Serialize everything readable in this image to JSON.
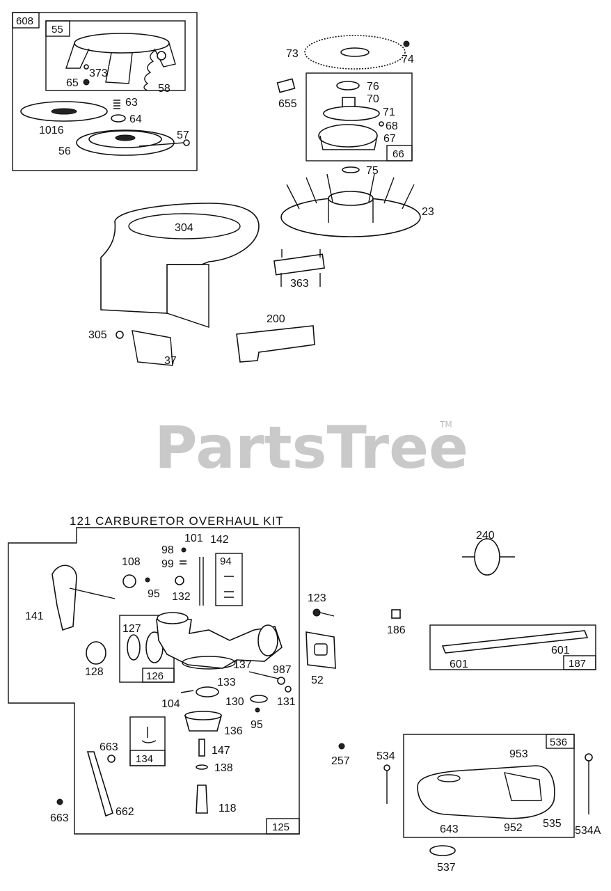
{
  "watermark": {
    "text": "PartsTree",
    "trademark": "TM"
  },
  "carb_kit_title": "121 CARBURETOR OVERHAUL KIT",
  "group_boxes": {
    "b608": "608",
    "b55": "55",
    "b66": "66",
    "b94": "94",
    "b126": "126",
    "b134": "134",
    "b125": "125",
    "b187": "187",
    "b536": "536"
  },
  "part_labels": {
    "p373": "373",
    "p65": "65",
    "p58": "58",
    "p63": "63",
    "p64": "64",
    "p1016": "1016",
    "p57": "57",
    "p56": "56",
    "p73": "73",
    "p74": "74",
    "p655": "655",
    "p76": "76",
    "p70": "70",
    "p71": "71",
    "p68": "68",
    "p67": "67",
    "p75": "75",
    "p23": "23",
    "p304": "304",
    "p363": "363",
    "p305": "305",
    "p37": "37",
    "p200": "200",
    "p101": "101",
    "p142": "142",
    "p98": "98",
    "p99": "99",
    "p108": "108",
    "p95a": "95",
    "p132": "132",
    "p141": "141",
    "p127": "127",
    "p128": "128",
    "p137": "137",
    "p133": "133",
    "p987": "987",
    "p104": "104",
    "p130": "130",
    "p131": "131",
    "p95b": "95",
    "p136": "136",
    "p663a": "663",
    "p147": "147",
    "p138": "138",
    "p663b": "663",
    "p662": "662",
    "p118": "118",
    "p123": "123",
    "p52": "52",
    "p257": "257",
    "p240": "240",
    "p186": "186",
    "p601a": "601",
    "p601b": "601",
    "p534": "534",
    "p953": "953",
    "p643": "643",
    "p952": "952",
    "p535": "535",
    "p534a": "534A",
    "p537": "537"
  }
}
